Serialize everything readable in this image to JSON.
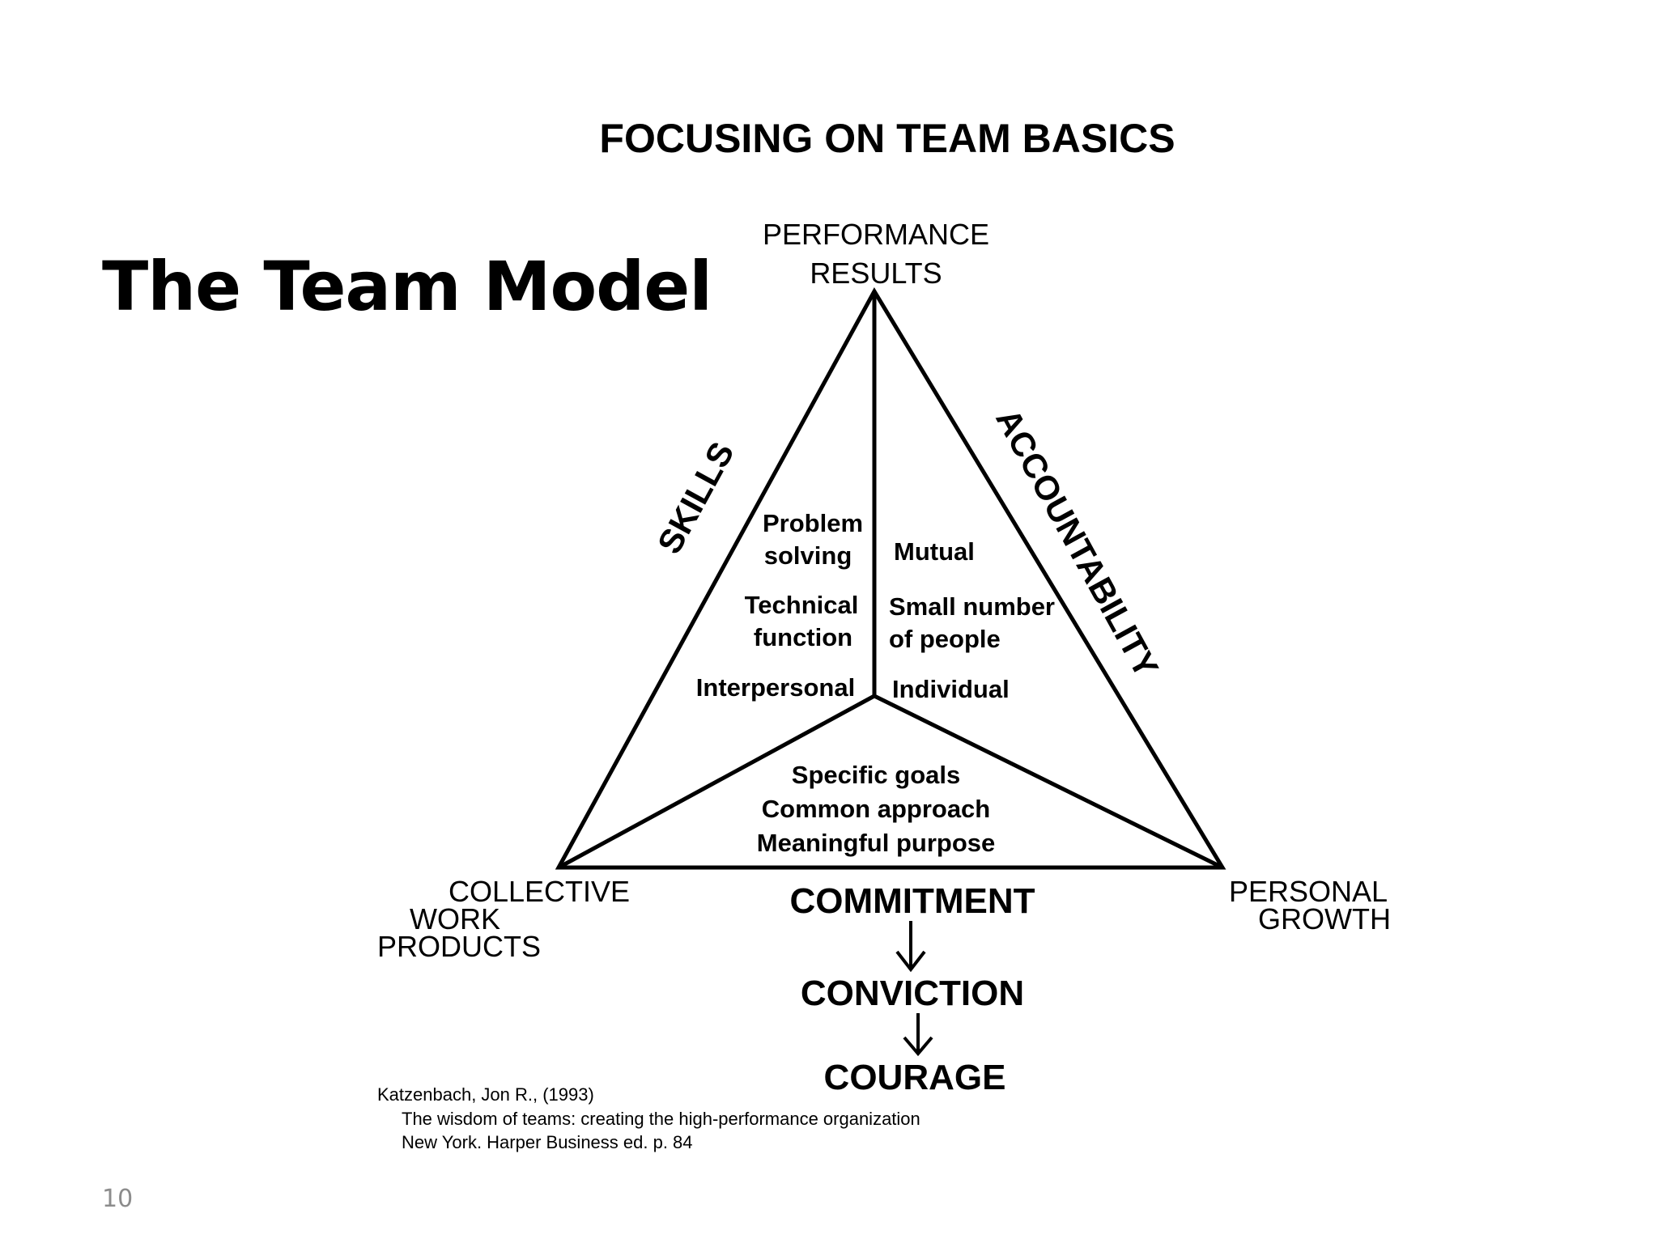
{
  "slide": {
    "title": "The Team Model",
    "number": "10"
  },
  "diagram": {
    "heading": "FOCUSING ON TEAM BASICS",
    "corners": {
      "top": [
        "PERFORMANCE",
        "RESULTS"
      ],
      "bottom_left": [
        "COLLECTIVE",
        "WORK",
        "PRODUCTS"
      ],
      "bottom_right": [
        "PERSONAL",
        "GROWTH"
      ]
    },
    "sides": {
      "left": "SKILLS",
      "right": "ACCOUNTABILITY"
    },
    "skills_items": {
      "problem_solving": [
        "Problem",
        "solving"
      ],
      "technical_function": [
        "Technical",
        "function"
      ],
      "interpersonal": "Interpersonal"
    },
    "accountability_items": {
      "mutual": "Mutual",
      "small_number": [
        "Small number",
        "of people"
      ],
      "individual": "Individual"
    },
    "commitment_items": [
      "Specific goals",
      "Common approach",
      "Meaningful purpose"
    ],
    "chain": [
      "COMMITMENT",
      "CONVICTION",
      "COURAGE"
    ],
    "citation": [
      "Katzenbach, Jon R., (1993)",
      "The wisdom of teams: creating the high-performance organization",
      "New York. Harper Business ed. p. 84"
    ]
  }
}
